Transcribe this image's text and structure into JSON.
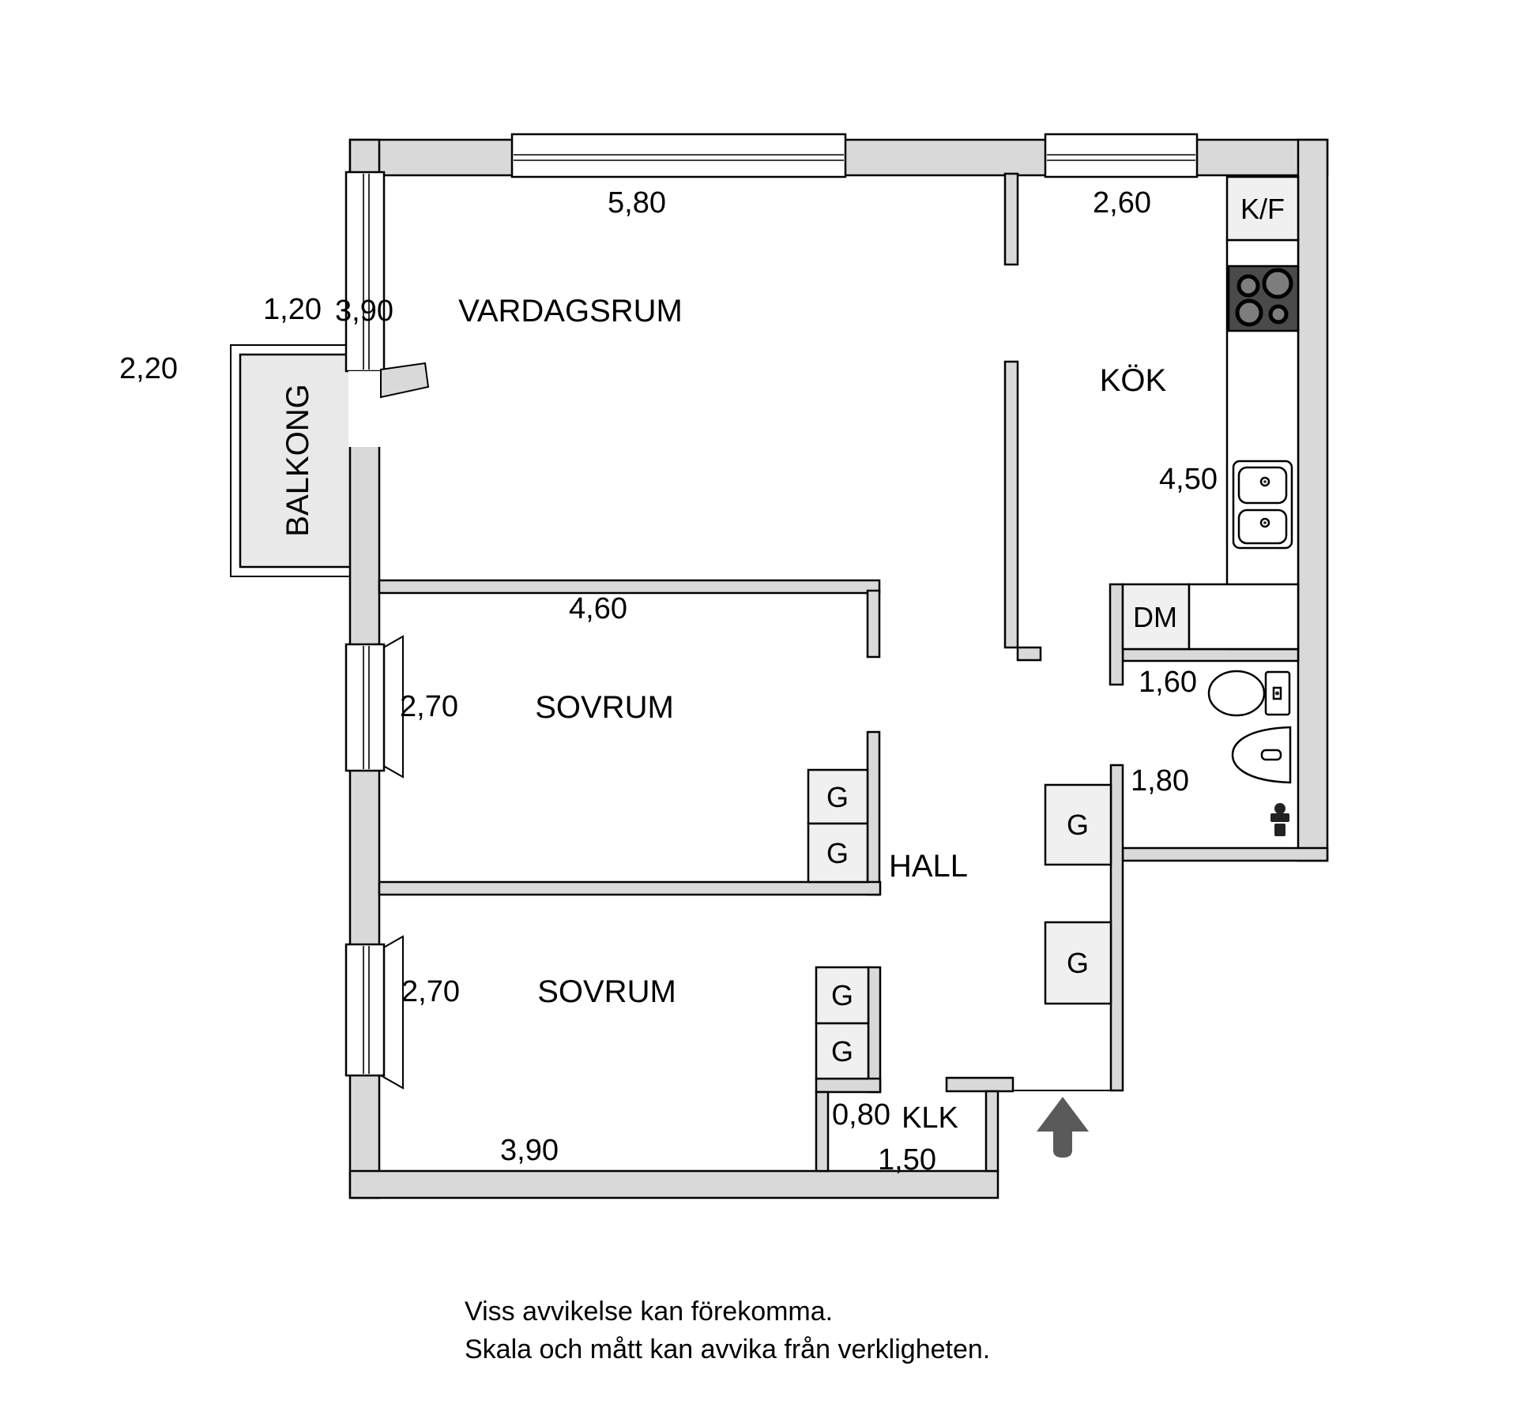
{
  "colors": {
    "wall-fill": "#d9d9d9",
    "fixture-fill": "#f0f0f0",
    "balcony-fill": "#e9e9e9",
    "stove-fill": "#4a4a4a",
    "burner-fill": "#7d7d7d",
    "arrow-fill": "#5a5a5a",
    "line": "#000000",
    "background": "#ffffff"
  },
  "rooms": {
    "vardagsrum": {
      "label": "VARDAGSRUM",
      "width": "5,80",
      "height": "3,90"
    },
    "kok": {
      "label": "KÖK",
      "width": "2,60",
      "height": "4,50"
    },
    "sovrum1": {
      "label": "SOVRUM",
      "width": "4,60",
      "height": "2,70"
    },
    "sovrum2": {
      "label": "SOVRUM",
      "width": "3,90",
      "height": "2,70"
    },
    "hall": {
      "label": "HALL"
    },
    "badrum": {
      "width": "1,60",
      "height": "1,80"
    },
    "balkong": {
      "label": "BALKONG",
      "width": "1,20",
      "height": "2,20"
    },
    "klk": {
      "label": "KLK",
      "width": "1,50",
      "door_width": "0,80"
    }
  },
  "fixtures": {
    "fridge_freezer": "K/F",
    "dishwasher": "DM",
    "wardrobe": "G"
  },
  "footer": {
    "line1": "Viss avvikelse kan förekomma.",
    "line2": "Skala och mått kan avvika från verkligheten."
  }
}
